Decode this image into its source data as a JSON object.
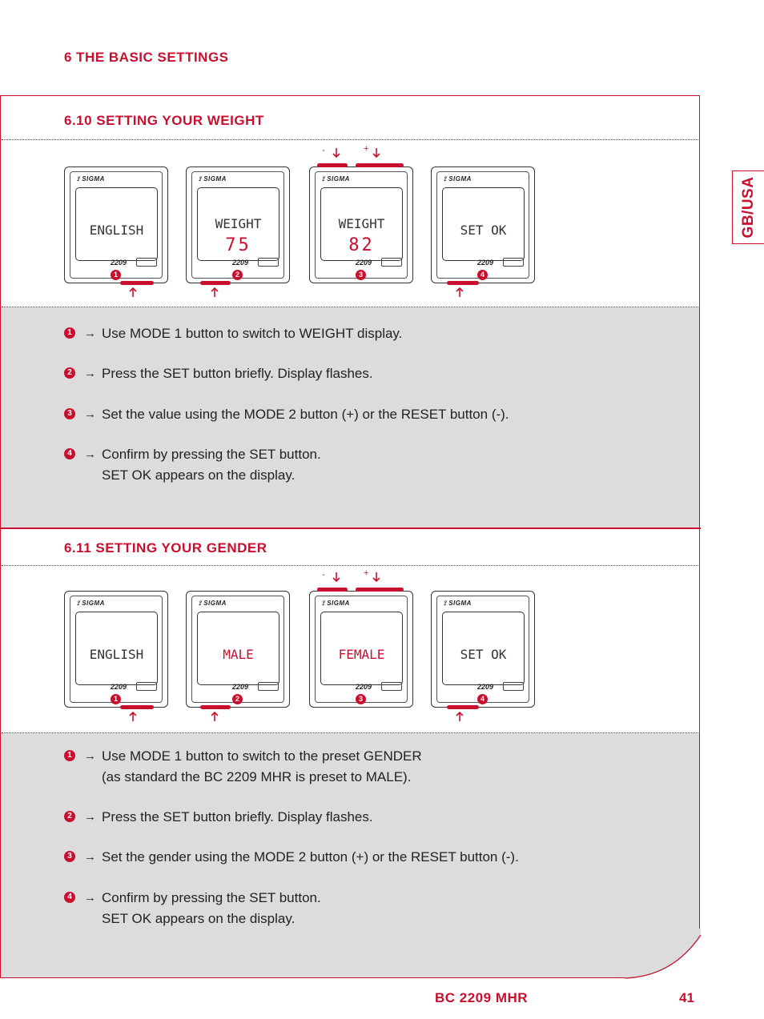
{
  "chapter_title": "6 THE BASIC SETTINGS",
  "side_tab": "GB/USA",
  "sections": [
    {
      "title": "6.10 SETTING YOUR WEIGHT",
      "devices": [
        {
          "num": "1",
          "logo": "SIGMA",
          "model": "2209",
          "line1": "ENGLISH",
          "line2": ""
        },
        {
          "num": "2",
          "logo": "SIGMA",
          "model": "2209",
          "line1": "WEIGHT",
          "line2": "75"
        },
        {
          "num": "3",
          "logo": "SIGMA",
          "model": "2209",
          "line1": "WEIGHT",
          "line2": "82"
        },
        {
          "num": "4",
          "logo": "SIGMA",
          "model": "2209",
          "line1": "SET OK",
          "line2": ""
        }
      ],
      "minus": "-",
      "plus": "+",
      "steps": [
        {
          "num": "1",
          "lines": [
            "Use MODE 1 button to switch to WEIGHT display."
          ]
        },
        {
          "num": "2",
          "lines": [
            "Press the SET button briefly. Display flashes."
          ]
        },
        {
          "num": "3",
          "lines": [
            "Set the value using the MODE 2 button (+) or the RESET button (-)."
          ]
        },
        {
          "num": "4",
          "lines": [
            "Confirm by pressing the SET button.",
            "SET OK appears on the display."
          ]
        }
      ]
    },
    {
      "title": "6.11 SETTING YOUR GENDER",
      "devices": [
        {
          "num": "1",
          "logo": "SIGMA",
          "model": "2209",
          "line1": "ENGLISH",
          "line2": ""
        },
        {
          "num": "2",
          "logo": "SIGMA",
          "model": "2209",
          "line1": "MALE",
          "line2": ""
        },
        {
          "num": "3",
          "logo": "SIGMA",
          "model": "2209",
          "line1": "FEMALE",
          "line2": ""
        },
        {
          "num": "4",
          "logo": "SIGMA",
          "model": "2209",
          "line1": "SET OK",
          "line2": ""
        }
      ],
      "minus": "-",
      "plus": "+",
      "steps": [
        {
          "num": "1",
          "lines": [
            "Use MODE 1 button to switch to the preset GENDER",
            "(as standard the BC 2209 MHR is preset to MALE)."
          ]
        },
        {
          "num": "2",
          "lines": [
            "Press the SET button briefly. Display flashes."
          ]
        },
        {
          "num": "3",
          "lines": [
            "Set the gender using the MODE 2 button (+) or the RESET button (-)."
          ]
        },
        {
          "num": "4",
          "lines": [
            "Confirm by pressing the SET button.",
            "SET OK appears on the display."
          ]
        }
      ]
    }
  ],
  "arrow_glyph": "→",
  "footer": {
    "model": "BC 2209 MHR",
    "page": "41"
  },
  "colors": {
    "accent": "#c8102e",
    "panel": "#dcdcdc"
  }
}
